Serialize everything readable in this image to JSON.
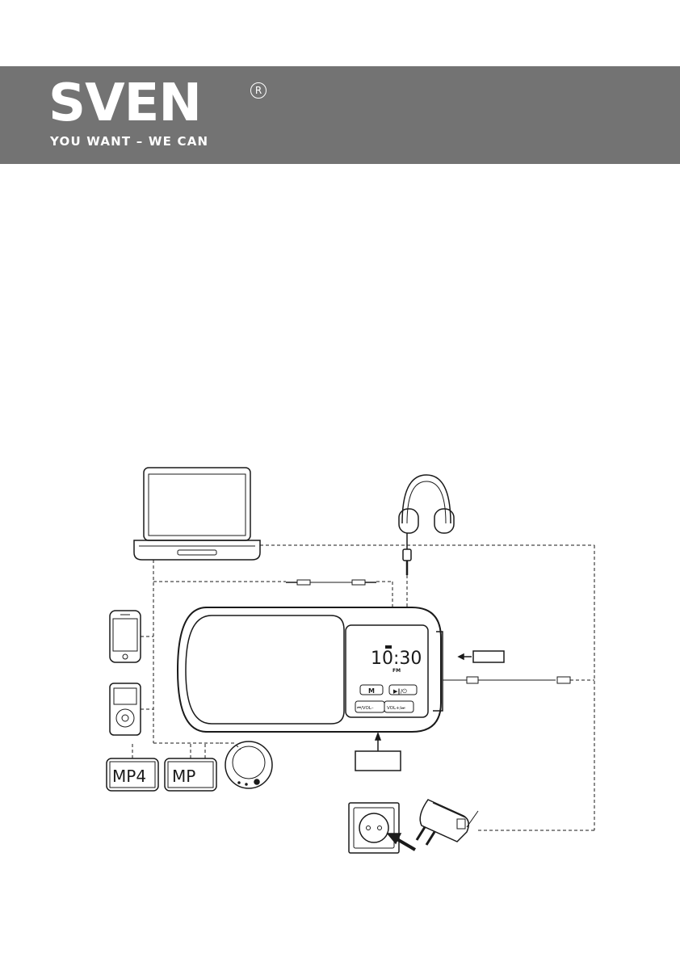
{
  "brand": {
    "logo": "SVEN",
    "registered": "R",
    "tagline": "YOU WANT – WE CAN"
  },
  "device": {
    "time_display": "10:30",
    "band_label": "FM",
    "button_mode": "M",
    "button_play": "▶‖/⏻",
    "button_prev_vol": "⏮/VOL–",
    "button_next_vol": "VOL+/⏭"
  },
  "sources": {
    "mp4_label": "MP4",
    "mp3_label": "MP"
  },
  "colors": {
    "banner": "#737373",
    "line": "#1a1a1a"
  }
}
